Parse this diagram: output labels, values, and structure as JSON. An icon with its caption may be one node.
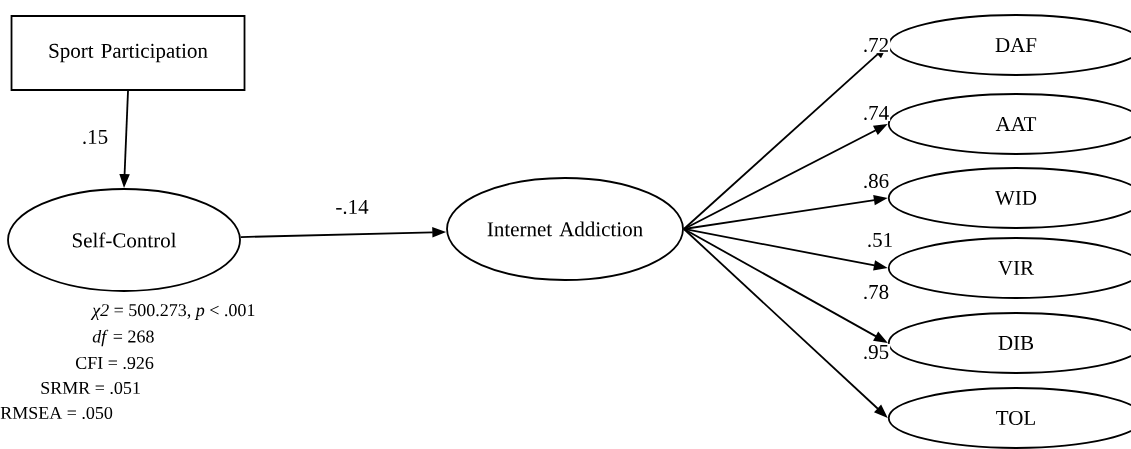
{
  "diagram": {
    "nodes": [
      {
        "text": [
          "Sport Participation"
        ]
      },
      {
        "text": [
          "Self-Control"
        ]
      },
      {
        "text": [
          "Internet Addiction"
        ]
      },
      {
        "text": [
          "DAF"
        ]
      },
      {
        "text": [
          "AAT"
        ]
      },
      {
        "text": [
          "WID"
        ]
      },
      {
        "text": [
          "VIR"
        ]
      },
      {
        "text": [
          "DIB"
        ]
      },
      {
        "text": [
          "TOL"
        ]
      }
    ],
    "edges": [
      {
        "from": 0,
        "to": 1,
        "arrow": "to",
        "label": ".15"
      },
      {
        "from": 1,
        "to": 2,
        "arrow": "to",
        "label": "-.14"
      },
      {
        "from": 2,
        "to": 3,
        "arrow": "to",
        "label": ".72"
      },
      {
        "from": 2,
        "to": 4,
        "arrow": "to",
        "label": ".74"
      },
      {
        "from": 2,
        "to": 5,
        "arrow": "to",
        "label": ".86"
      },
      {
        "from": 2,
        "to": 6,
        "arrow": "to",
        "label": ".51"
      },
      {
        "from": 2,
        "to": 7,
        "arrow": "to",
        "label": ".78"
      },
      {
        "from": 2,
        "to": 8,
        "arrow": "to",
        "label": ".95"
      }
    ],
    "labels": [
      "*χ2* = 500.273, *p* < .001",
      "*df* = 268",
      "CFI = .926",
      "SRMR = .051",
      "RMSEA = .050"
    ]
  }
}
